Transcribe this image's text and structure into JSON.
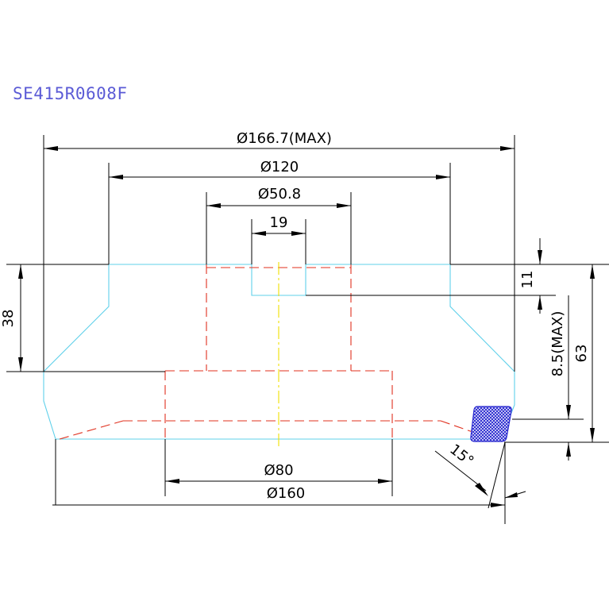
{
  "title": "SE415R0608F",
  "dimensions": {
    "d_max": "Ø166.7(MAX)",
    "d120": "Ø120",
    "d50": "Ø50.8",
    "w19": "19",
    "d80": "Ø80",
    "d160": "Ø160",
    "h38": "38",
    "h11": "11",
    "h85": "8.5(MAX)",
    "h63": "63",
    "angle": "15°"
  },
  "colors": {
    "outline": "#5fd0ea",
    "hidden_lines": "#e0301e",
    "centerline": "#f0e000",
    "insert": "#2a2ad0",
    "title": "#5b5bd6"
  }
}
